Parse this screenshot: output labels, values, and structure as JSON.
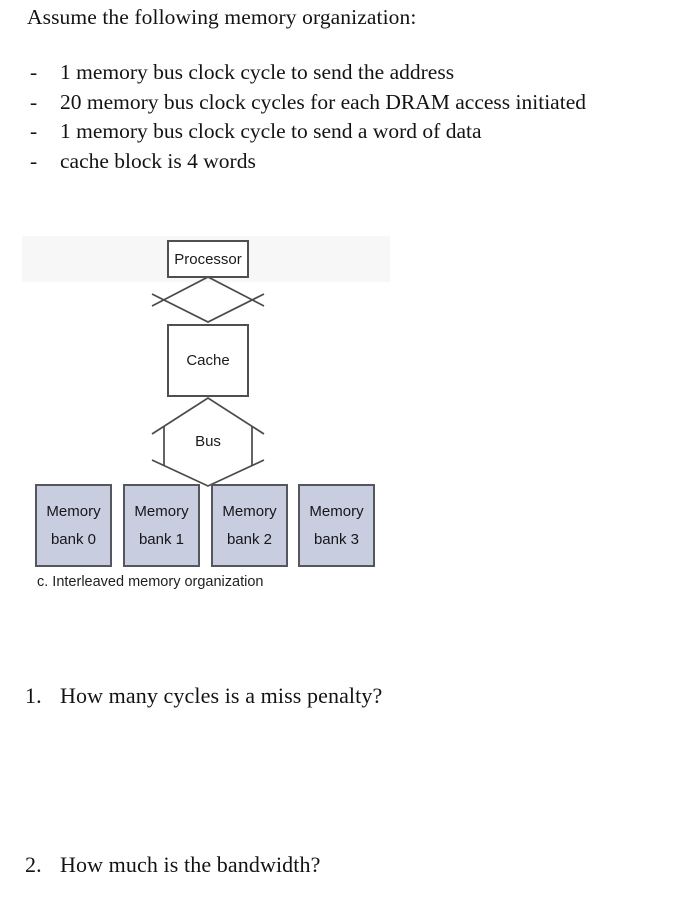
{
  "document": {
    "title": "Assume the following memory organization:",
    "bullet_marker": "-",
    "assumptions": [
      "1 memory bus clock cycle to send the address",
      "20 memory bus clock cycles for each DRAM access initiated",
      "1 memory bus clock cycle to send a word of data",
      "cache block is 4 words"
    ],
    "questions": [
      {
        "number": "1.",
        "text": "How many cycles is a miss penalty?"
      },
      {
        "number": "2.",
        "text": "How much is the bandwidth?"
      }
    ]
  },
  "diagram": {
    "processor_label": "Processor",
    "cache_label": "Cache",
    "bus_label": "Bus",
    "memory_banks": [
      {
        "line1": "Memory",
        "line2": "bank 0"
      },
      {
        "line1": "Memory",
        "line2": "bank 1"
      },
      {
        "line1": "Memory",
        "line2": "bank 2"
      },
      {
        "line1": "Memory",
        "line2": "bank 3"
      }
    ],
    "caption": "c. Interleaved memory organization",
    "icons": {
      "processor_cache_link": "double-headed-vertical-arrow",
      "cache_memory_link": "double-headed-vertical-bus-arrow"
    },
    "colors": {
      "bank_fill": "#c9cde0",
      "bank_border": "#56565e",
      "line_color": "#4a4a4a"
    }
  }
}
